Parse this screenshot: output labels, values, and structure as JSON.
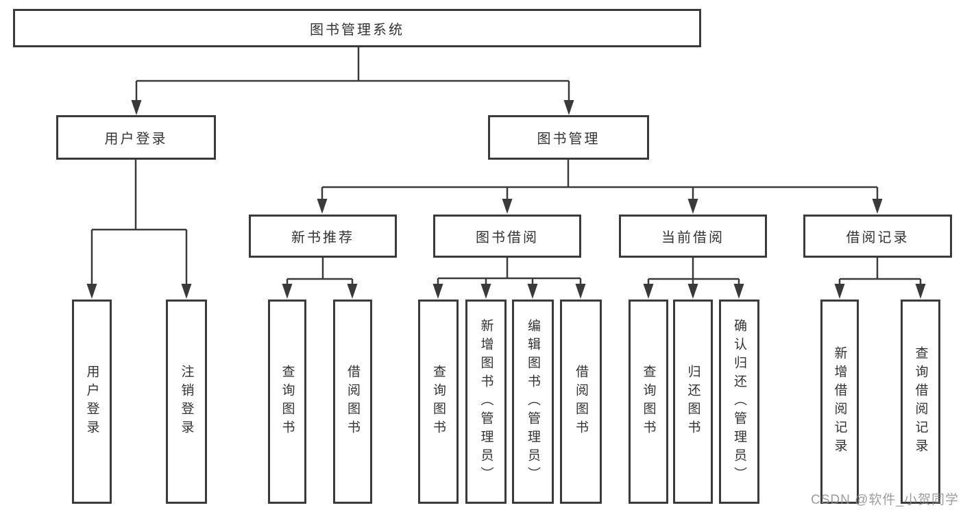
{
  "diagram": {
    "title": "图书管理系统",
    "root": {
      "label": "图书管理系统"
    },
    "branches": [
      {
        "label": "用户登录",
        "children": [
          {
            "label": "用户登录"
          },
          {
            "label": "注销登录"
          }
        ]
      },
      {
        "label": "图书管理",
        "children": [
          {
            "label": "新书推荐",
            "children": [
              {
                "label": "查询图书"
              },
              {
                "label": "借阅图书"
              }
            ]
          },
          {
            "label": "图书借阅",
            "children": [
              {
                "label": "查询图书"
              },
              {
                "label": "新增图书（管理员）"
              },
              {
                "label": "编辑图书（管理员）"
              },
              {
                "label": "借阅图书"
              }
            ]
          },
          {
            "label": "当前借阅",
            "children": [
              {
                "label": "查询图书"
              },
              {
                "label": "归还图书"
              },
              {
                "label": "确认归还（管理员）"
              }
            ]
          },
          {
            "label": "借阅记录",
            "children": [
              {
                "label": "新增借阅记录"
              },
              {
                "label": "查询借阅记录"
              }
            ]
          }
        ]
      }
    ]
  },
  "watermark": "CSDN @软件_小贺同学",
  "colors": {
    "line": "#3a3a3a",
    "text": "#333333",
    "background": "#ffffff",
    "watermark": "#8c8c8c"
  }
}
